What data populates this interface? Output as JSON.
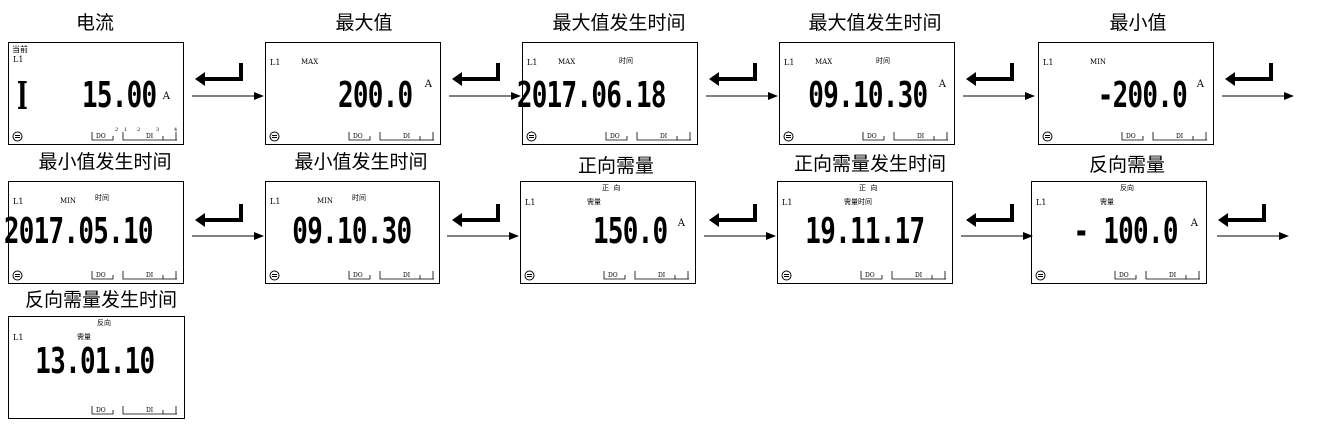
{
  "titles": {
    "r1": [
      "电流",
      "最大值",
      "最大值发生时间",
      "最大值发生时间",
      "最小值"
    ],
    "r2": [
      "最小值发生时间",
      "最小值发生时间",
      "正向需量",
      "正向需量发生时间",
      "反向需量"
    ],
    "r3": [
      "反向需量发生时间"
    ]
  },
  "labels": {
    "current": "当前",
    "l1": "L1",
    "max": "MAX",
    "min": "MIN",
    "time": "时间",
    "forward": "正  向",
    "reverse": "反向",
    "demand": "需量",
    "demand_time": "需量时间",
    "unit_a": "A",
    "io_do": "DO",
    "io_di": "DI",
    "io_n1": "1",
    "io_n2": "2",
    "io_n3": "3",
    "io_n4": "4",
    "i_symbol": "I"
  },
  "readings": {
    "r1": [
      "15.00",
      "200.0",
      "2017.06.18",
      "09.10.30",
      "-200.0"
    ],
    "r2": [
      "2017.05.10",
      "09.10.30",
      "150.0",
      "19.11.17",
      "- 100.0"
    ],
    "r3": [
      "13.01.10"
    ]
  },
  "colors": {
    "line": "#000000",
    "background": "#ffffff"
  }
}
